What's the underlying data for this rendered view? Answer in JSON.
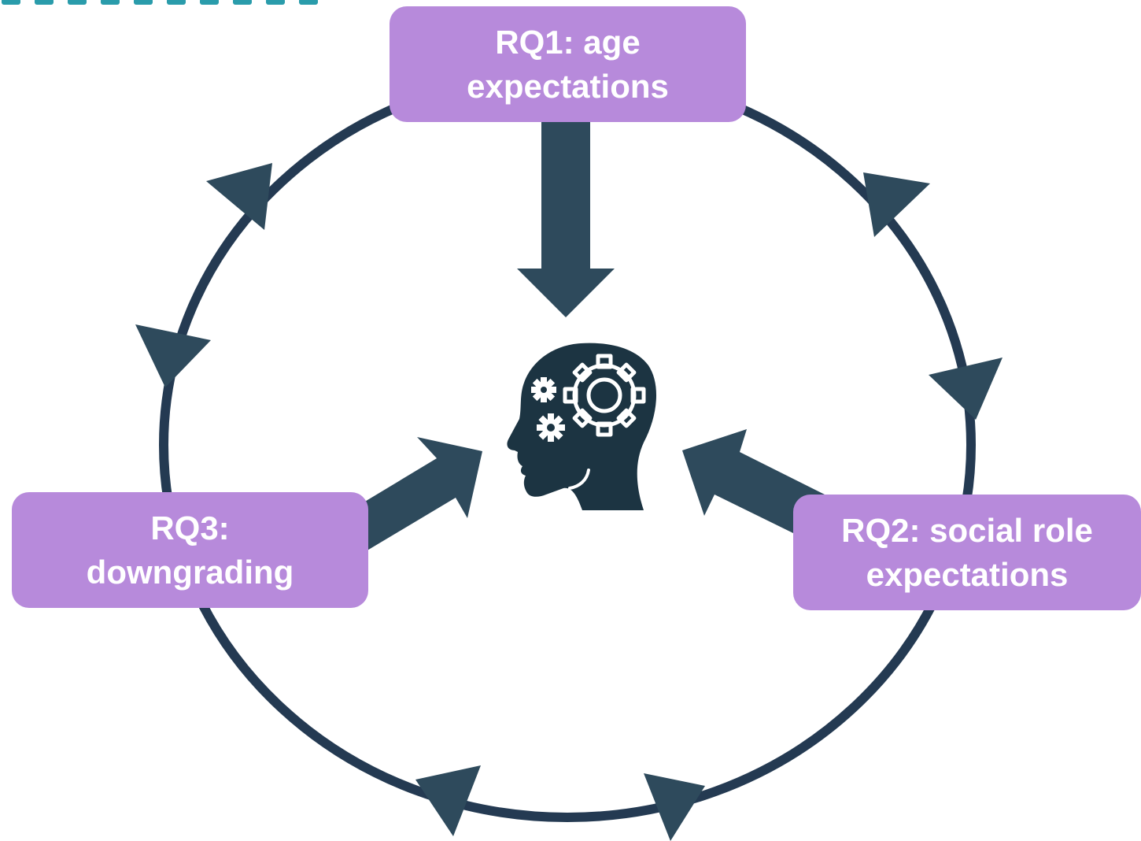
{
  "colors": {
    "box_fill": "#b78adb",
    "box_text": "#ffffff",
    "cycle_stroke": "#243a52",
    "arrow_fill": "#2e4a5c",
    "head_fill": "#1c3442",
    "gear_stroke": "#ffffff",
    "teal_accent": "#2a9cab"
  },
  "icons": {
    "center": "head-with-gears-icon"
  },
  "boxes": {
    "rq1": {
      "text": "RQ1: age expectations"
    },
    "rq2": {
      "text": "RQ2: social role expectations"
    },
    "rq3": {
      "text": "RQ3: downgrading"
    }
  }
}
